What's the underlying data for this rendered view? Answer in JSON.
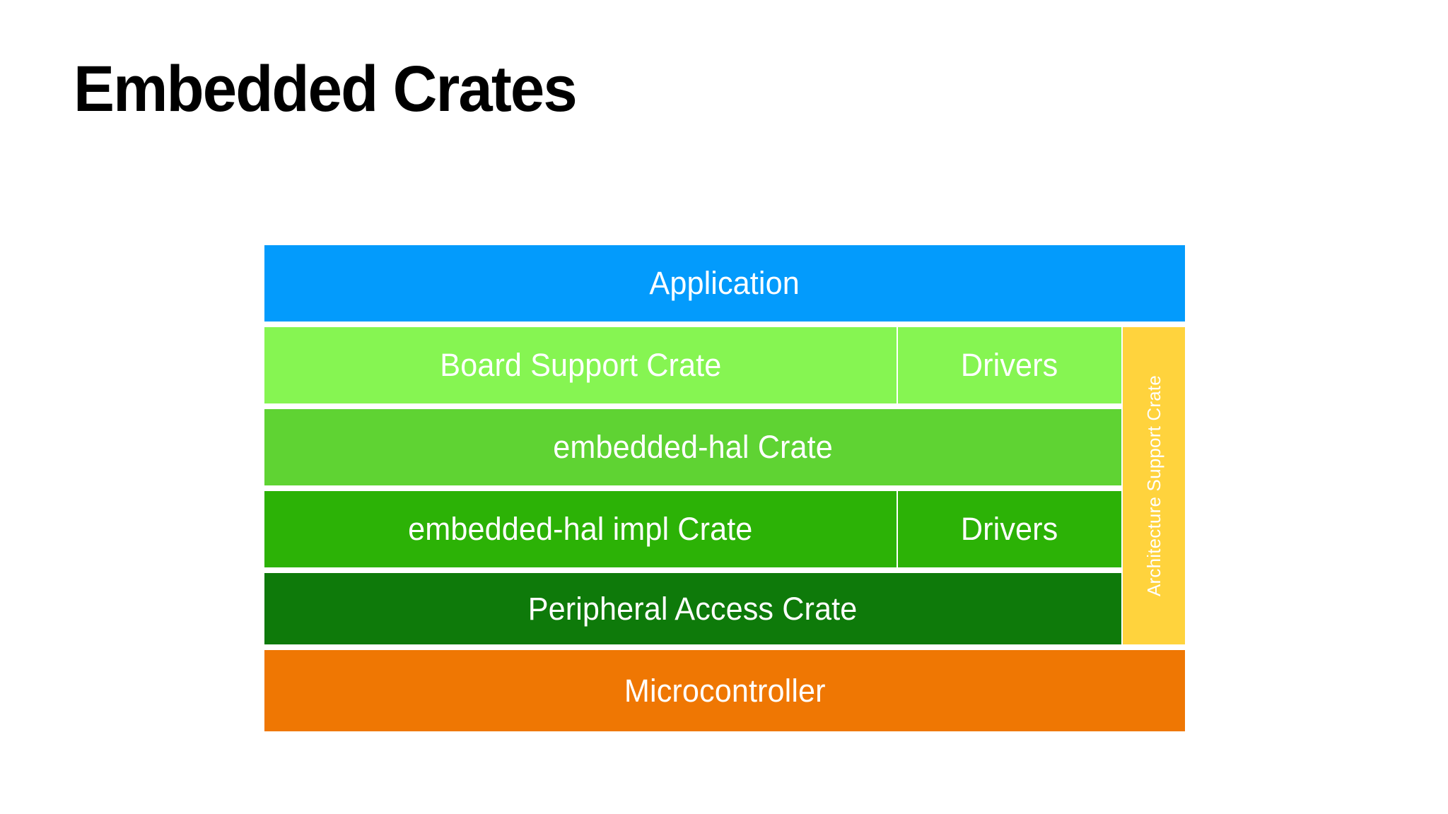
{
  "slide": {
    "title": "Embedded Crates",
    "background_color": "#ffffff"
  },
  "diagram": {
    "type": "layered-stack",
    "name": "embedded-rust-crate-stack",
    "gap_color": "#ffffff",
    "layers": [
      {
        "id": "application",
        "label": "Application",
        "color": "#039bfc",
        "span": "full"
      },
      {
        "id": "board-support",
        "label": "Board Support Crate",
        "color": "#86f552",
        "span": "main"
      },
      {
        "id": "bsp-drivers",
        "label": "Drivers",
        "color": "#86f552",
        "span": "side"
      },
      {
        "id": "embedded-hal",
        "label": "embedded-hal Crate",
        "color": "#5fd333",
        "span": "wide"
      },
      {
        "id": "embedded-hal-impl",
        "label": "embedded-hal impl Crate",
        "color": "#2cb206",
        "span": "main"
      },
      {
        "id": "hal-impl-drivers",
        "label": "Drivers",
        "color": "#2cb206",
        "span": "side"
      },
      {
        "id": "peripheral-access",
        "label": "Peripheral Access Crate",
        "color": "#0e7a0a",
        "span": "wide"
      },
      {
        "id": "microcontroller",
        "label": "Microcontroller",
        "color": "#ef7703",
        "span": "full"
      }
    ],
    "side_column": {
      "id": "architecture-support",
      "label": "Architecture Support Crate",
      "color": "#ffd33d",
      "orientation": "vertical-bottom-to-top"
    }
  }
}
